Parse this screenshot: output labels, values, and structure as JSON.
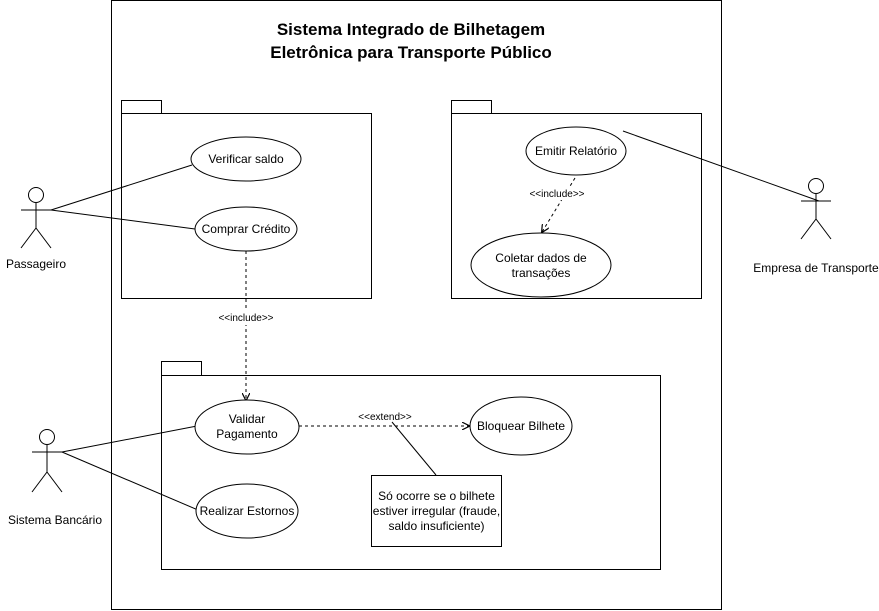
{
  "title": {
    "line1": "Sistema Integrado de Bilhetagem",
    "line2": "Eletrônica para Transporte Público"
  },
  "actors": {
    "passageiro": "Passageiro",
    "empresa": "Empresa de Transporte",
    "banco": "Sistema Bancário"
  },
  "use_cases": {
    "verificar_saldo": "Verificar saldo",
    "comprar_credito": "Comprar Crédito",
    "emitir_relatorio": "Emitir Relatório",
    "coletar_dados_line1": "Coletar dados de",
    "coletar_dados_line2": "transações",
    "validar_pagamento_line1": "Validar",
    "validar_pagamento_line2": "Pagamento",
    "bloquear_bilhete": "Bloquear Bilhete",
    "realizar_estornos": "Realizar Estornos"
  },
  "stereotypes": {
    "include_relatorio": "<<include>>",
    "include_credito": "<<include>>",
    "extend_bloquear": "<<extend>>"
  },
  "note": {
    "text": "Só ocorre se o bilhete estiver irregular (fraude, saldo insuficiente)"
  }
}
